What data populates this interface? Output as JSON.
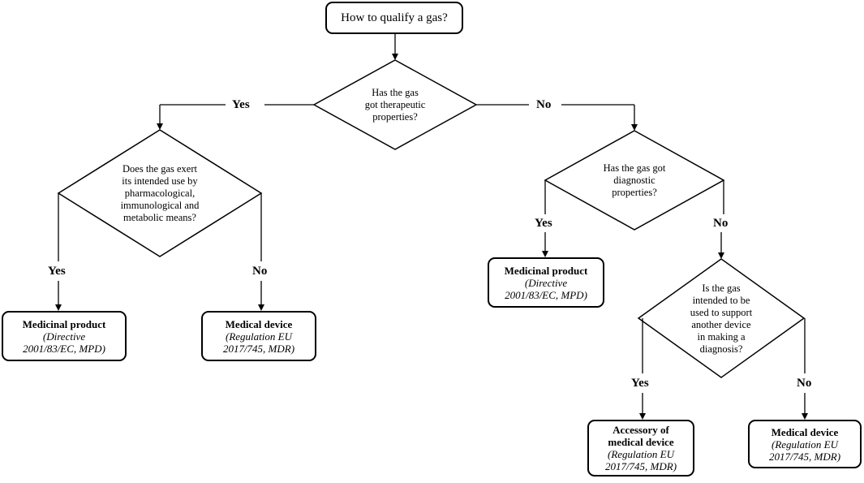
{
  "start": {
    "text": "How to qualify a gas?"
  },
  "questions": {
    "q1": {
      "lines": [
        "Has the gas",
        "got therapeutic",
        "properties?"
      ]
    },
    "q2": {
      "lines": [
        "Does the gas exert",
        "its intended use by",
        "pharmacological,",
        "immunological and",
        "metabolic means?"
      ]
    },
    "q3": {
      "lines": [
        "Has the gas got",
        "diagnostic",
        "properties?"
      ]
    },
    "q4": {
      "lines": [
        "Is the gas",
        "intended to be",
        "used to support",
        "another device",
        "in making a",
        "diagnosis?"
      ]
    }
  },
  "labels": {
    "q1_yes": "Yes",
    "q1_no": "No",
    "q2_yes": "Yes",
    "q2_no": "No",
    "q3_yes": "Yes",
    "q3_no": "No",
    "q4_yes": "Yes",
    "q4_no": "No"
  },
  "outcomes": {
    "o1": {
      "title": [
        "Medicinal product"
      ],
      "sub": [
        "(Directive",
        "2001/83/EC, MPD)"
      ]
    },
    "o2": {
      "title": [
        "Medical device"
      ],
      "sub": [
        "(Regulation EU",
        "2017/745, MDR)"
      ]
    },
    "o3": {
      "title": [
        "Medicinal product"
      ],
      "sub": [
        "(Directive",
        "2001/83/EC, MPD)"
      ]
    },
    "o4": {
      "title": [
        "Accessory of",
        "medical device"
      ],
      "sub": [
        "(Regulation EU",
        "2017/745, MDR)"
      ]
    },
    "o5": {
      "title": [
        "Medical device"
      ],
      "sub": [
        "(Regulation EU",
        "2017/745, MDR)"
      ]
    }
  }
}
